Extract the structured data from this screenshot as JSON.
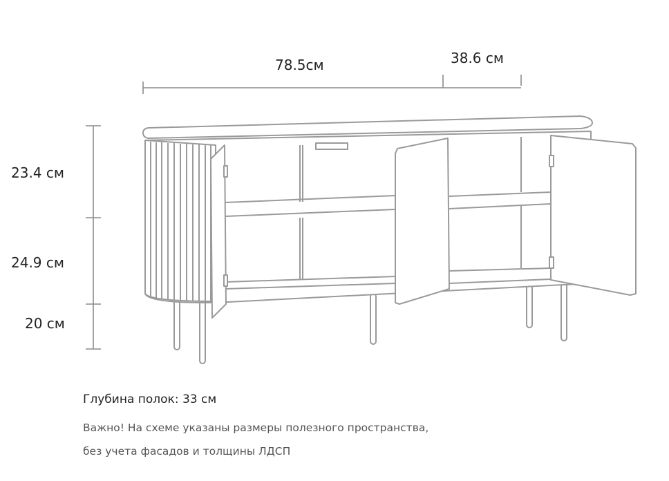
{
  "dimensions": {
    "width_main": "78.5см",
    "width_side": "38.6 см",
    "height_top": "23.4 см",
    "height_middle": "24.9 см",
    "height_legs": "20 см"
  },
  "notes": {
    "shelf_depth": "Глубина полок: 33 см",
    "important_line1": "Важно! На схеме указаны размеры полезного пространства,",
    "important_line2": "без учета фасадов и толщины ЛДСП"
  },
  "colors": {
    "line": "#9a9a9a",
    "text": "#222222"
  }
}
